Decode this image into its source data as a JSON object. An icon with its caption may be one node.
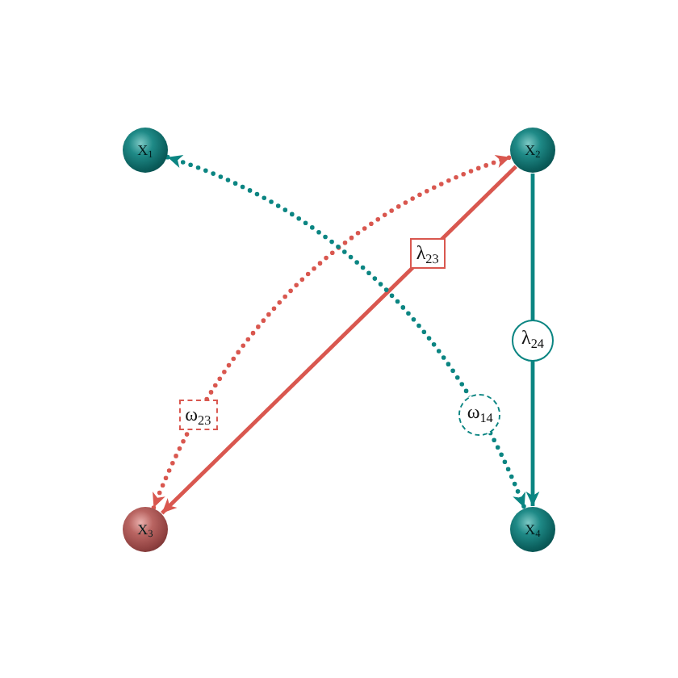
{
  "diagram": {
    "nodes": [
      {
        "text": [
          "X$_{1}$"
        ]
      },
      {
        "text": [
          "X$_{2}$"
        ]
      },
      {
        "text": [
          "X$_{3}$"
        ]
      },
      {
        "text": [
          "X$_{4}$"
        ]
      }
    ],
    "edges": [
      {
        "from": 1,
        "to": 2,
        "arrow": "to",
        "label": "λ$_{23}$",
        "color": "#d9574f"
      },
      {
        "from": 1,
        "to": 3,
        "arrow": "to",
        "label": "λ$_{24}$",
        "color": "#0b8582"
      },
      {
        "from": 2,
        "to": 1,
        "arrow": "both",
        "label": "ω$_{23}$",
        "style": "dashed",
        "color": "#d9574f"
      },
      {
        "from": 0,
        "to": 3,
        "arrow": "both",
        "label": "ω$_{14}$",
        "style": "dashed",
        "color": "#0b8582"
      }
    ]
  }
}
